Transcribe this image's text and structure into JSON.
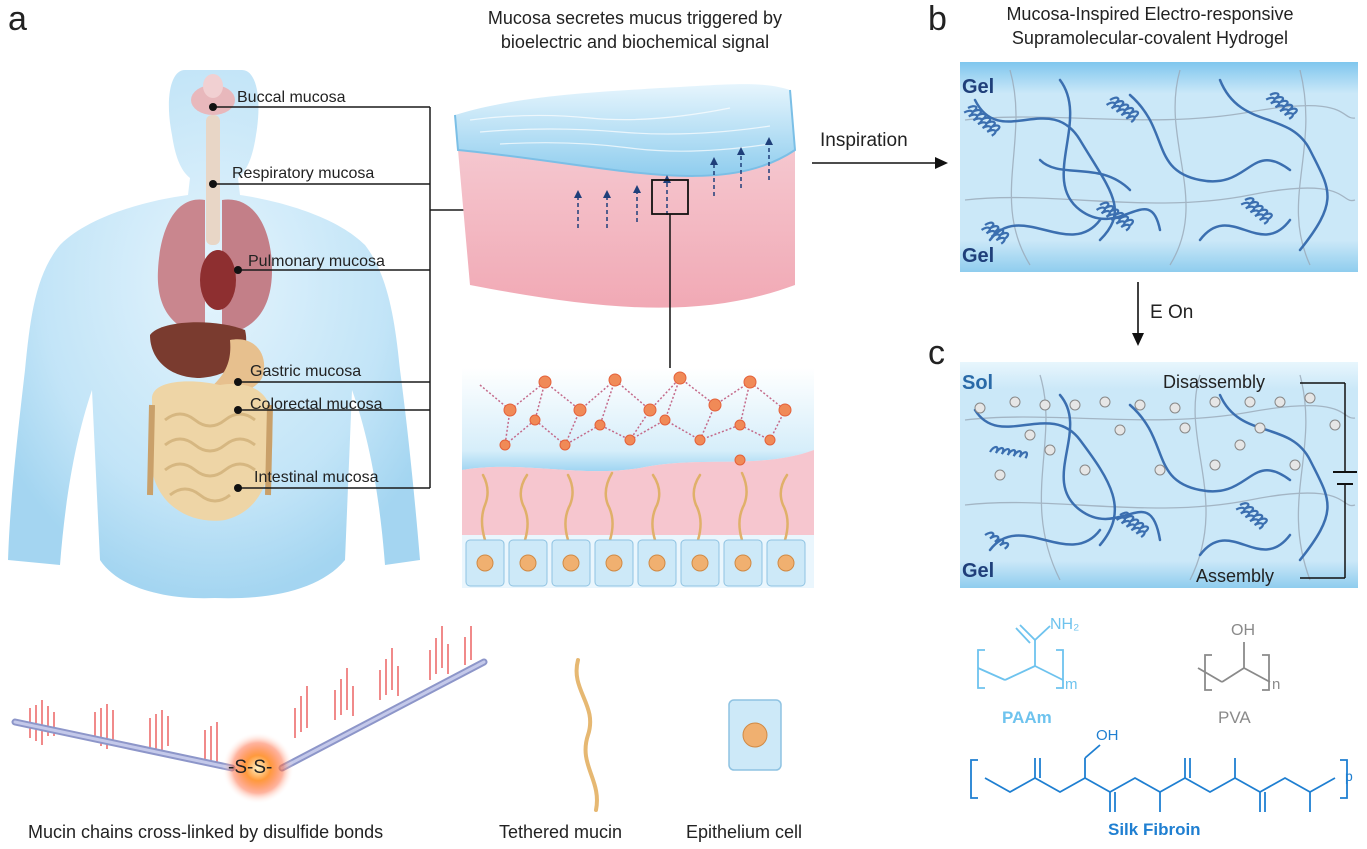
{
  "panels": {
    "a": "a",
    "b": "b",
    "c": "c"
  },
  "mucosa_title_line1": "Mucosa secretes mucus triggered by",
  "mucosa_title_line2": "bioelectric and biochemical signal",
  "hydrogel_title_line1": "Mucosa-Inspired Electro-responsive",
  "hydrogel_title_line2": "Supramolecular-covalent Hydrogel",
  "organs": [
    "Buccal mucosa",
    "Respiratory mucosa",
    "Pulmonary mucosa",
    "Gastric mucosa",
    "Colorectal mucosa",
    "Intestinal mucosa"
  ],
  "arrows": {
    "inspiration": "Inspiration",
    "e_on": "E On"
  },
  "gel_b": {
    "top": "Gel",
    "bottom": "Gel"
  },
  "gel_c": {
    "top": "Sol",
    "bottom": "Gel",
    "disassembly": "Disassembly",
    "assembly": "Assembly"
  },
  "chemistry": {
    "paam_label": "PAAm",
    "paam_group": "NH₂",
    "paam_sub": "m",
    "pva_label": "PVA",
    "pva_group": "OH",
    "pva_sub": "n",
    "silk_label": "Silk Fibroin",
    "silk_group": "OH",
    "silk_sub": "p"
  },
  "ss_bond": "-S-S-",
  "bottom_captions": {
    "mucin": "Mucin chains cross-linked by disulfide bonds",
    "tethered": "Tethered mucin",
    "epithelium": "Epithelium cell"
  },
  "colors": {
    "paam": "#6ec3ee",
    "pva": "#8a8a8a",
    "silk": "#1f7fd1",
    "body": "#bfe3f7",
    "gel": "#cde9f8",
    "mucosa_pink": "#f3b9c3",
    "fiber": "#3b6fb0"
  }
}
